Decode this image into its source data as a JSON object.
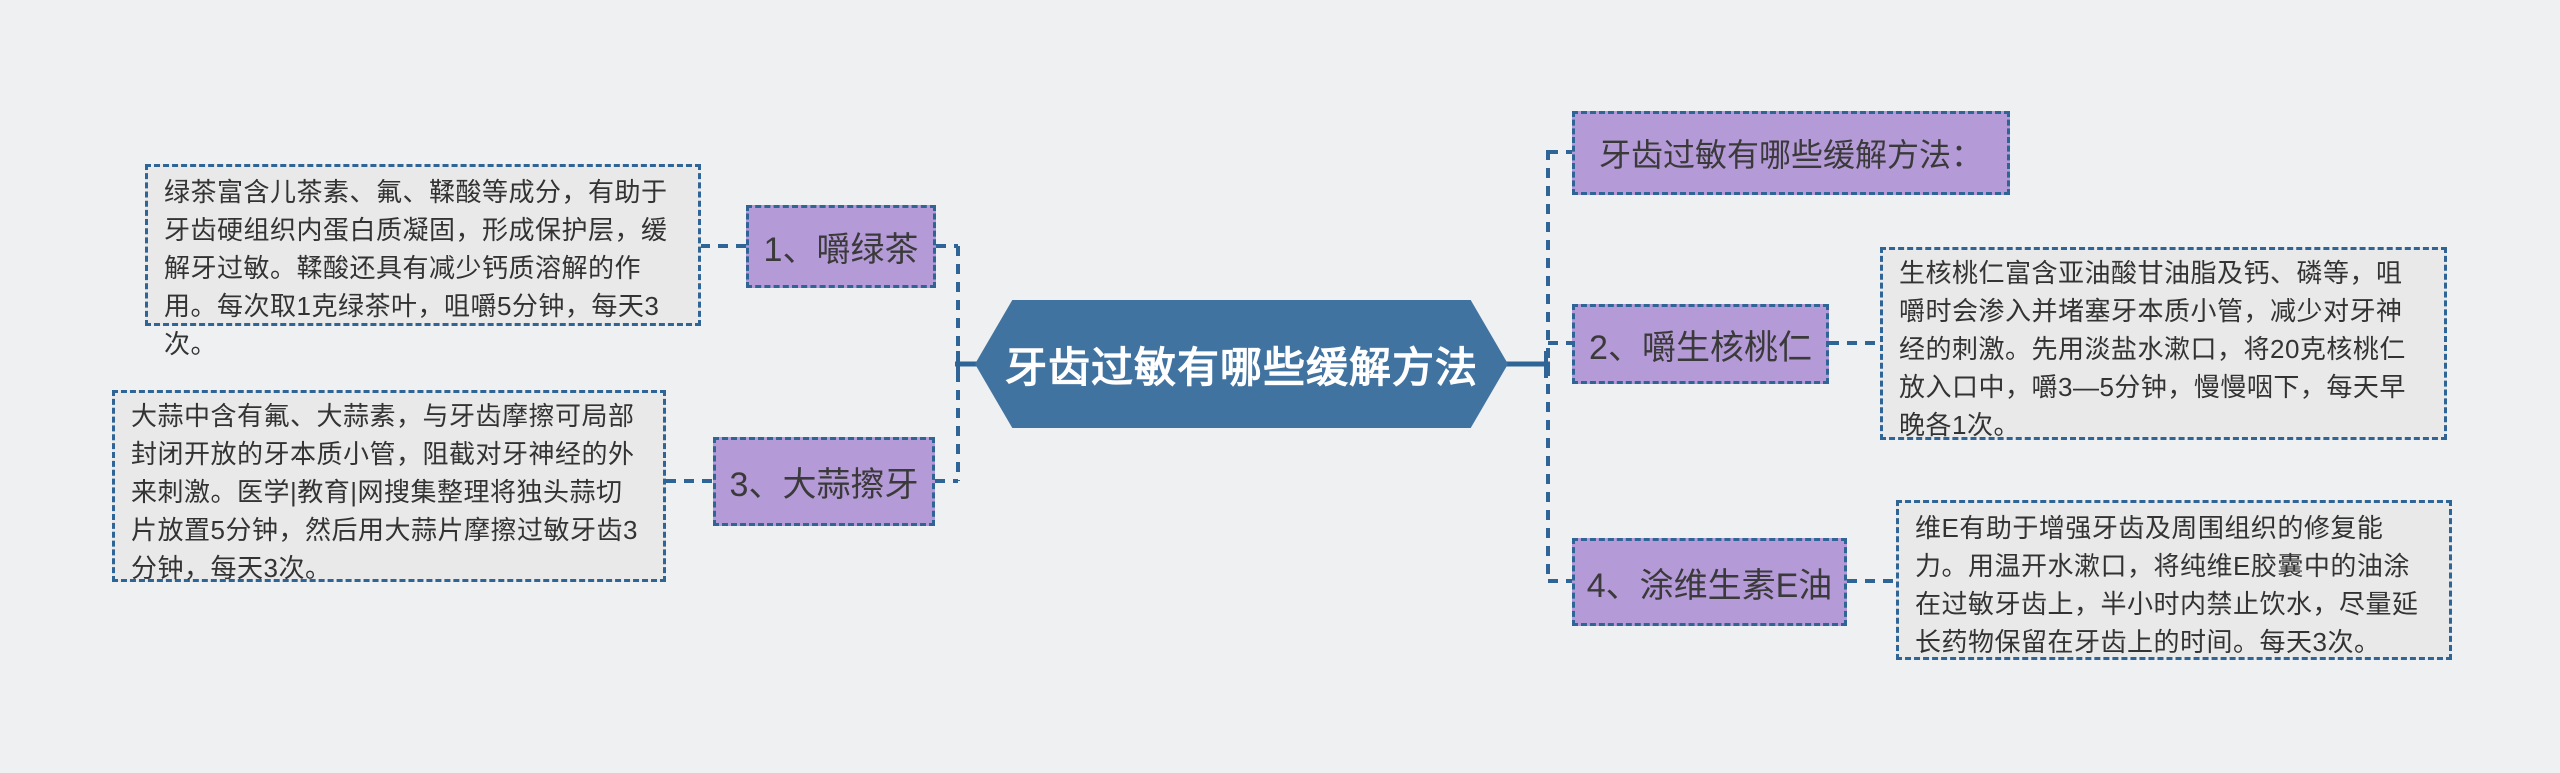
{
  "diagram": {
    "type": "mindmap",
    "center": {
      "label": "牙齿过敏有哪些缓解方法"
    },
    "right_header": {
      "label": "牙齿过敏有哪些缓解方法："
    },
    "branches": [
      {
        "label": "1、嚼绿茶",
        "detail": "绿茶富含儿茶素、氟、鞣酸等成分，有助于牙齿硬组织内蛋白质凝固，形成保护层，缓解牙过敏。鞣酸还具有减少钙质溶解的作用。每次取1克绿茶叶，咀嚼5分钟，每天3次。"
      },
      {
        "label": "2、嚼生核桃仁",
        "detail": "生核桃仁富含亚油酸甘油脂及钙、磷等，咀嚼时会渗入并堵塞牙本质小管，减少对牙神经的刺激。先用淡盐水漱口，将20克核桃仁放入口中，嚼3—5分钟，慢慢咽下，每天早晚各1次。"
      },
      {
        "label": "3、大蒜擦牙",
        "detail": "大蒜中含有氟、大蒜素，与牙齿摩擦可局部封闭开放的牙本质小管，阻截对牙神经的外来刺激。医学|教育|网搜集整理将独头蒜切片放置5分钟，然后用大蒜片摩擦过敏牙齿3分钟，每天3次。"
      },
      {
        "label": "4、涂维生素E油",
        "detail": "维E有助于增强牙齿及周围组织的修复能力。用温开水漱口，将纯维E胶囊中的油涂在过敏牙齿上，半小时内禁止饮水，尽量延长药物保留在牙齿上的时间。每天3次。"
      }
    ],
    "colors": {
      "background": "#eff0f1",
      "branch_node_fill": "#b59ad8",
      "center_node_fill": "#4173a1",
      "detail_box_fill": "#e9e9e9",
      "connector_and_border": "#2e6496",
      "text": "#3a3a3a",
      "center_text": "#ffffff"
    }
  }
}
